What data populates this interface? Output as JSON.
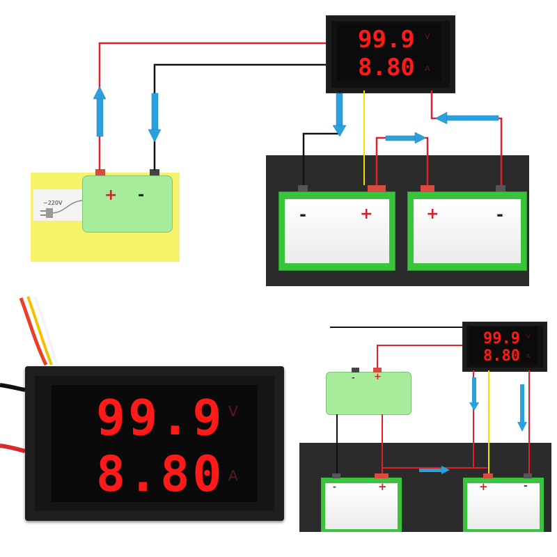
{
  "meter": {
    "voltage": "99.9",
    "current": "8.80",
    "voltage_unit": "V",
    "current_unit": "A"
  },
  "charger": {
    "mains_label": "~220V",
    "plus": "+",
    "minus": "-"
  },
  "battery_left": {
    "minus": "-",
    "plus": "+"
  },
  "battery_right": {
    "plus": "+",
    "minus": "-"
  },
  "colors": {
    "wire_red": "#e0202a",
    "wire_black": "#111111",
    "wire_yellow": "#f2e000",
    "arrow_blue": "#2aa0dc",
    "battery_green": "#39c43c",
    "charger_green": "#a6ec9a",
    "charger_bg": "#f6f36a",
    "panel_dark": "#2b2b2b"
  }
}
